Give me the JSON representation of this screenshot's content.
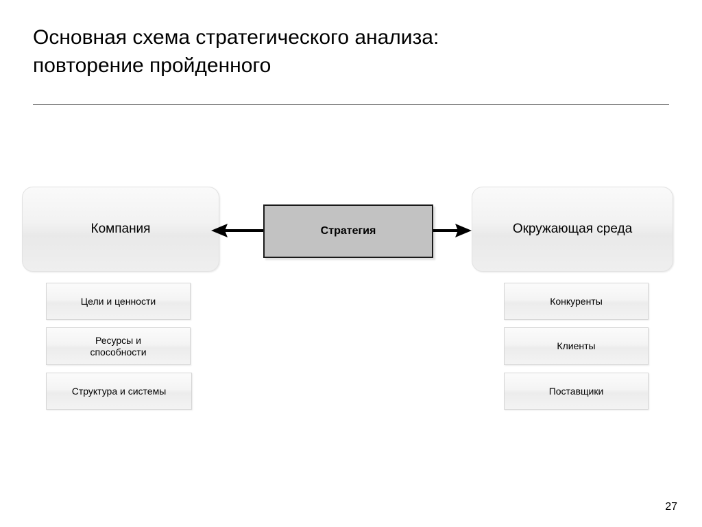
{
  "slide": {
    "title": "Основная схема стратегического анализа:\nповторение пройденного",
    "page_number": "27"
  },
  "diagram": {
    "center": {
      "label": "Стратегия",
      "fill_color": "#c2c2c2",
      "border_color": "#1a1a1a"
    },
    "left_panel": {
      "label": "Компания",
      "children": [
        {
          "label": "Цели и ценности"
        },
        {
          "label": "Ресурсы и\nспособности"
        },
        {
          "label": "Структура и системы"
        }
      ]
    },
    "right_panel": {
      "label": "Окружающая среда",
      "children": [
        {
          "label": "Конкуренты"
        },
        {
          "label": "Клиенты"
        },
        {
          "label": "Поставщики"
        }
      ]
    },
    "connectors": [
      {
        "name": "strategy-to-company",
        "direction": "left"
      },
      {
        "name": "strategy-to-environment",
        "direction": "right"
      }
    ],
    "panel_fill_color": "#f1f1f1",
    "divider_color": "#6e6e6e"
  }
}
